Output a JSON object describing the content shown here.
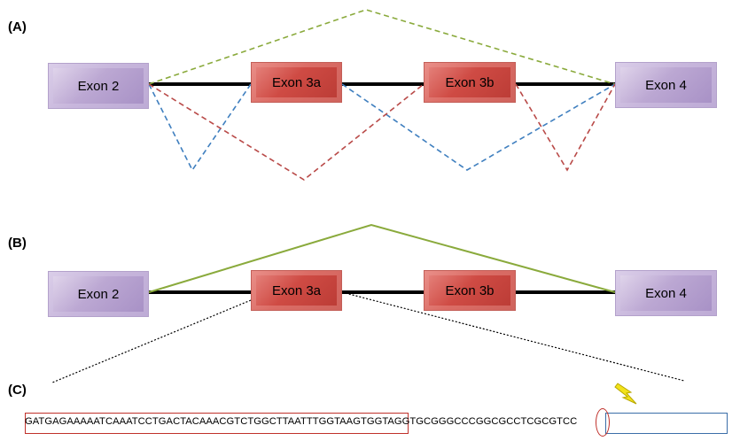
{
  "panels": {
    "a_label": "(A)",
    "b_label": "(B)",
    "c_label": "(C)"
  },
  "exons": {
    "exon2": "Exon 2",
    "exon3a": "Exon 3a",
    "exon3b": "Exon 3b",
    "exon4": "Exon 4"
  },
  "sequence": {
    "text": "GATGAGAAAAATCAAATCCTGACTACAAACGTCTGGCTTAATTTGGTAAGTGGTAGGTGCGGGCCCGGCGCCTCGCGTCC"
  },
  "colors": {
    "exon_purple": "#b3a0cc",
    "exon_red": "#cc4a44",
    "green_line": "#8aaa3c",
    "red_dashed": "#b94a48",
    "blue_dashed": "#3f7fbf",
    "lightning": "#f2e21a"
  }
}
